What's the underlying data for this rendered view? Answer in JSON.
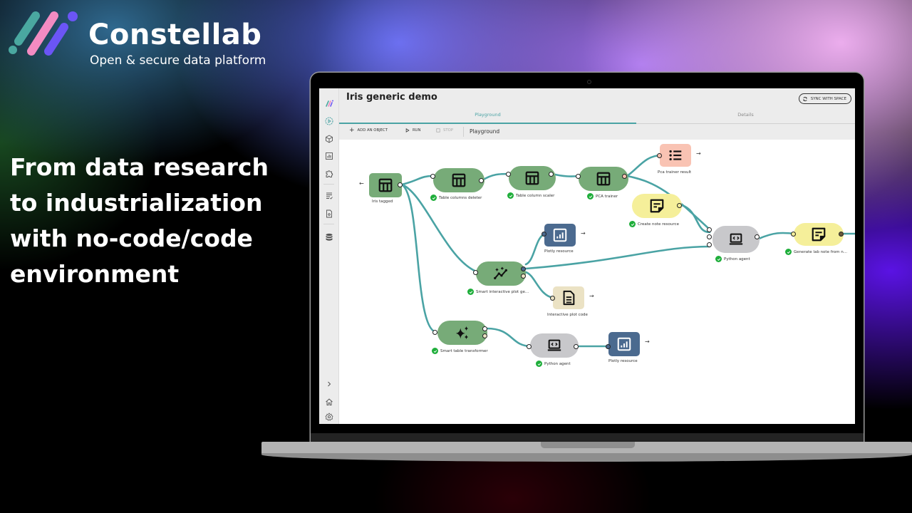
{
  "brand": {
    "name": "Constellab",
    "tagline": "Open & secure data platform",
    "logo_colors": [
      "#4aa8a0",
      "#f38bc2",
      "#6b55f5"
    ]
  },
  "headline": {
    "lines": [
      "From data research",
      "to industrialization",
      "with no-code/code",
      "environment"
    ]
  },
  "app": {
    "title": "Iris generic demo",
    "sync_button": "SYNC WITH SPACE",
    "tabs": [
      {
        "label": "Playground",
        "active": true
      },
      {
        "label": "Details",
        "active": false
      }
    ],
    "toolbar": {
      "add_object": "ADD AN OBJECT",
      "run": "RUN",
      "stop": "STOP",
      "context_label": "Playground"
    },
    "sidebar": {
      "top_icons": [
        "constellab-logo-icon",
        "play-circle-icon",
        "cube-icon",
        "chart-icon",
        "puzzle-icon",
        "notes-icon",
        "document-gear-icon",
        "database-icon"
      ],
      "bottom_icons": [
        "chevron-right-icon",
        "home-icon",
        "settings-icon"
      ]
    },
    "colors": {
      "accent": "#4aa3a4",
      "task_green": "#77ab78",
      "note_yellow": "#f5ef9a",
      "result_salmon": "#f9c3b3",
      "plotly_blue": "#4b6a8f",
      "code_beige": "#ebe2c4",
      "agent_gray": "#c8c8cb",
      "success": "#1fae3b"
    },
    "nodes": [
      {
        "id": "iris",
        "label": "Iris tagged",
        "icon": "table-icon",
        "status": null
      },
      {
        "id": "deleter",
        "label": "Table columns deleter",
        "icon": "table-icon",
        "status": "success"
      },
      {
        "id": "scaler",
        "label": "Table column scaler",
        "icon": "table-icon",
        "status": "success"
      },
      {
        "id": "pca",
        "label": "PCA trainer",
        "icon": "table-icon",
        "status": "success"
      },
      {
        "id": "pcaresult",
        "label": "Pca trainer result",
        "icon": "list-icon",
        "status": null
      },
      {
        "id": "note",
        "label": "Create note resource",
        "icon": "note-icon",
        "status": "success"
      },
      {
        "id": "plotly1",
        "label": "Plotly resource",
        "icon": "chart-icon",
        "status": null
      },
      {
        "id": "pyagent1",
        "label": "Python agent",
        "icon": "laptop-code-icon",
        "status": "success"
      },
      {
        "id": "labnote",
        "label": "Generate lab note from n...",
        "icon": "note-icon",
        "status": "success"
      },
      {
        "id": "smartplot",
        "label": "Smart interactive plot ge...",
        "icon": "sparkle-chart-icon",
        "status": "success"
      },
      {
        "id": "plotcode",
        "label": "Interactive plot code",
        "icon": "document-icon",
        "status": null
      },
      {
        "id": "smarttable",
        "label": "Smart table transformer",
        "icon": "sparkles-icon",
        "status": "success"
      },
      {
        "id": "pyagent2",
        "label": "Python agent",
        "icon": "laptop-code-icon",
        "status": "success"
      },
      {
        "id": "plotly2",
        "label": "Plotly resource",
        "icon": "chart-icon",
        "status": null
      }
    ]
  }
}
